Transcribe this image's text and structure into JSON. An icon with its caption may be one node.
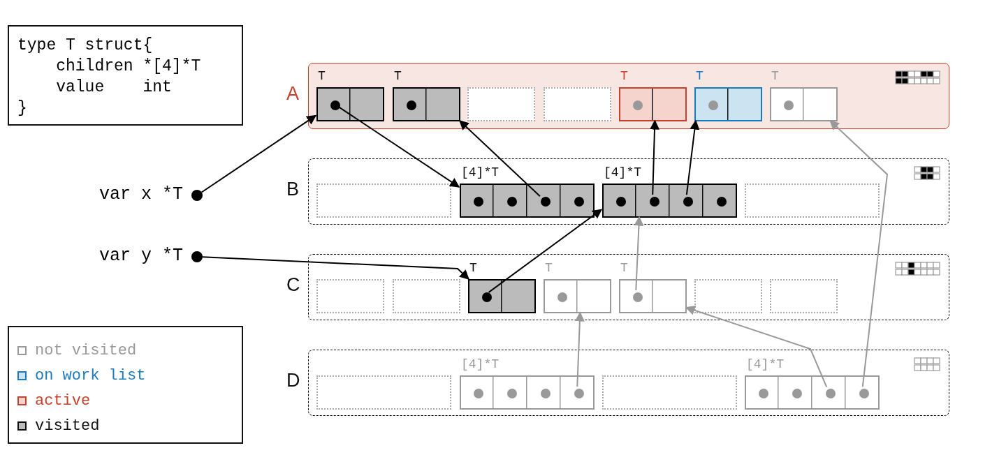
{
  "diagram": {
    "nodes": [
      {
        "text": [
          "type T struct{",
          "children *[4]*T",
          "value    int",
          "}"
        ]
      },
      {
        "text": [
          "var x *T"
        ]
      },
      {
        "text": [
          "var y *T"
        ]
      },
      {
        "text": [],
        "shape": "box",
        "beside": [
          "A"
        ]
      },
      {
        "text": [
          "T"
        ],
        "in": 3
      },
      {
        "text": [],
        "shape": "circle",
        "in": 4
      },
      {
        "text": [
          "T"
        ],
        "in": 3
      },
      {
        "text": [],
        "shape": "circle",
        "in": 6
      },
      {
        "text": [],
        "shape": "box",
        "in": 3
      },
      {
        "text": [],
        "shape": "box",
        "in": 3
      },
      {
        "text": [
          "T"
        ],
        "in": 3
      },
      {
        "text": [],
        "shape": "circle",
        "in": 10
      },
      {
        "text": [
          "T"
        ],
        "in": 3
      },
      {
        "text": [],
        "shape": "circle",
        "in": 12
      },
      {
        "text": [
          "T"
        ],
        "in": 3
      },
      {
        "text": [],
        "shape": "circle",
        "in": 14
      },
      {
        "text": [],
        "shape": "box",
        "beside": [
          "B"
        ]
      },
      {
        "text": [],
        "shape": "box",
        "in": 16
      },
      {
        "text": [
          "[4]*T"
        ],
        "in": 16
      },
      {
        "text": [],
        "shape": "circle",
        "in": 18
      },
      {
        "text": [],
        "shape": "circle",
        "in": 18
      },
      {
        "text": [],
        "shape": "circle",
        "in": 18
      },
      {
        "text": [],
        "shape": "circle",
        "in": 18
      },
      {
        "text": [
          "[4]*T"
        ],
        "in": 16
      },
      {
        "text": [],
        "shape": "circle",
        "in": 23
      },
      {
        "text": [],
        "shape": "circle",
        "in": 23
      },
      {
        "text": [],
        "shape": "circle",
        "in": 23
      },
      {
        "text": [],
        "shape": "circle",
        "in": 23
      },
      {
        "text": [],
        "shape": "box",
        "in": 16
      },
      {
        "text": [],
        "shape": "box",
        "beside": [
          "C"
        ]
      },
      {
        "text": [],
        "shape": "box",
        "in": 29
      },
      {
        "text": [],
        "shape": "box",
        "in": 29
      },
      {
        "text": [
          "T"
        ],
        "in": 29
      },
      {
        "text": [],
        "shape": "circle",
        "in": 32
      },
      {
        "text": [
          "T"
        ],
        "in": 29
      },
      {
        "text": [],
        "shape": "circle",
        "in": 34
      },
      {
        "text": [
          "T"
        ],
        "in": 29
      },
      {
        "text": [],
        "shape": "circle",
        "in": 36
      },
      {
        "text": [],
        "shape": "box",
        "in": 29
      },
      {
        "text": [],
        "shape": "box",
        "in": 29
      },
      {
        "text": [],
        "shape": "box",
        "beside": [
          "D"
        ]
      },
      {
        "text": [],
        "shape": "box",
        "in": 40
      },
      {
        "text": [
          "[4]*T"
        ],
        "in": 40
      },
      {
        "text": [],
        "shape": "circle",
        "in": 42
      },
      {
        "text": [],
        "shape": "circle",
        "in": 42
      },
      {
        "text": [],
        "shape": "circle",
        "in": 42
      },
      {
        "text": [],
        "shape": "circle",
        "in": 42
      },
      {
        "text": [],
        "shape": "box",
        "in": 40
      },
      {
        "text": [
          "[4]*T"
        ],
        "in": 40
      },
      {
        "text": [],
        "shape": "circle",
        "in": 48
      },
      {
        "text": [],
        "shape": "circle",
        "in": 48
      },
      {
        "text": [],
        "shape": "circle",
        "in": 48
      },
      {
        "text": [],
        "shape": "circle",
        "in": 48
      }
    ],
    "edges": [
      {
        "from": 1,
        "to": 4,
        "arrow": "to"
      },
      {
        "from": 2,
        "to": 32,
        "arrow": "to"
      },
      {
        "from": 5,
        "to": 18,
        "arrow": "to"
      },
      {
        "from": 21,
        "to": 6,
        "arrow": "to"
      },
      {
        "from": 33,
        "to": 23,
        "arrow": "to"
      },
      {
        "from": 25,
        "to": 10,
        "arrow": "to"
      },
      {
        "from": 26,
        "to": 12,
        "arrow": "to"
      },
      {
        "from": 37,
        "to": 23,
        "arrow": "to",
        "color": "#999999"
      },
      {
        "from": 46,
        "to": 34,
        "arrow": "to",
        "color": "#999999"
      },
      {
        "from": 51,
        "to": 36,
        "arrow": "to",
        "color": "#999999"
      },
      {
        "from": 52,
        "to": 14,
        "arrow": "to",
        "color": "#999999"
      }
    ],
    "legend": [
      {
        "text": "not visited",
        "color": "#ffffff"
      },
      {
        "text": "on work list",
        "color": "#cce3f1"
      },
      {
        "text": "active",
        "color": "#f5d4cd"
      },
      {
        "text": "visited",
        "color": "#bbbbbb"
      }
    ]
  }
}
